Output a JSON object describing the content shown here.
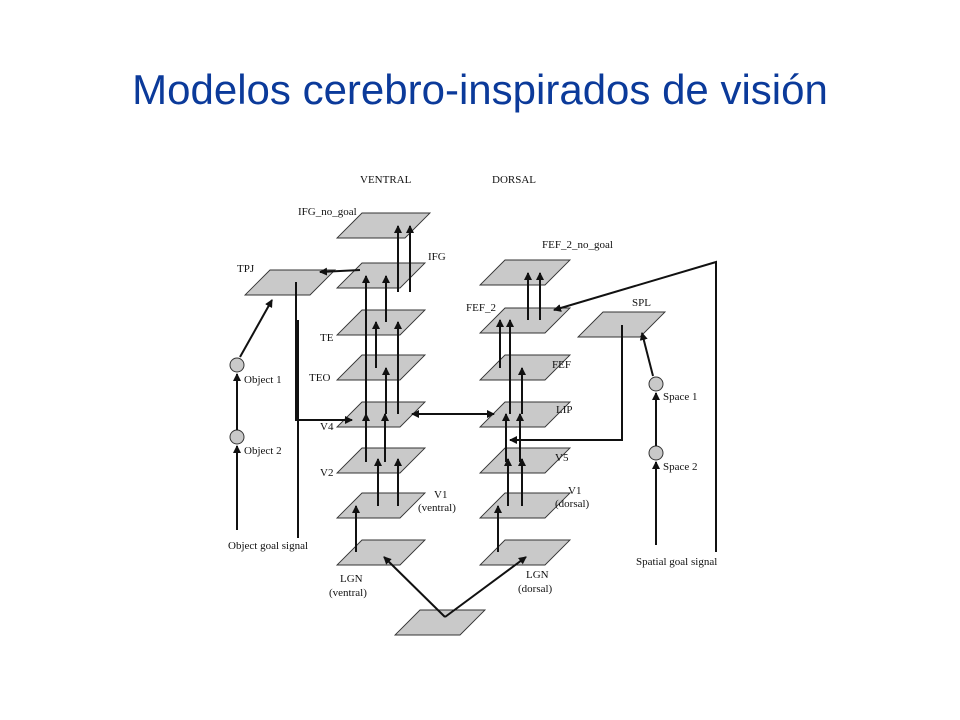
{
  "title": "Modelos cerebro-inspirados de visión",
  "diagram": {
    "stream_labels": {
      "ventral": "VENTRAL",
      "dorsal": "DORSAL"
    },
    "ventral_layers": {
      "ifg_no_goal": "IFG_no_goal",
      "ifg": "IFG",
      "te": "TE",
      "teo": "TEO",
      "v4": "V4",
      "v2": "V2",
      "v1": "V1",
      "v1_sub": "(ventral)",
      "lgn": "LGN",
      "lgn_sub": "(ventral)"
    },
    "dorsal_layers": {
      "fef_2_no_goal": "FEF_2_no_goal",
      "fef_2": "FEF_2",
      "fef": "FEF",
      "lip": "LIP",
      "v5": "V5",
      "v1": "V1",
      "v1_sub": "(dorsal)",
      "lgn": "LGN",
      "lgn_sub": "(dorsal)"
    },
    "left_side": {
      "tpj": "TPJ",
      "object1": "Object 1",
      "object2": "Object 2",
      "goal_signal": "Object goal signal"
    },
    "right_side": {
      "spl": "SPL",
      "space1": "Space 1",
      "space2": "Space 2",
      "goal_signal": "Spatial goal signal"
    }
  }
}
